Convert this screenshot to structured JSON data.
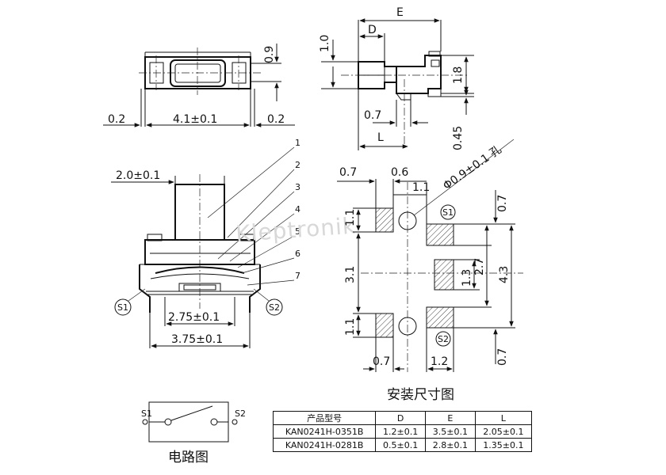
{
  "top_view": {
    "height_label": "0.9",
    "width_label": "4.1±0.1",
    "left_margin_label": "0.2",
    "right_margin_label": "0.2"
  },
  "side_view": {
    "e_label": "E",
    "d_label": "D",
    "top_thickness_label": "1.0",
    "height_label": "1.8",
    "offset_label": "0.7",
    "l_label": "L",
    "lead_label": "0.45"
  },
  "section_view": {
    "stem_width_label": "2.0±0.1",
    "inner_width_label": "2.75±0.1",
    "outer_width_label": "3.75±0.1",
    "parts": [
      "1",
      "2",
      "3",
      "4",
      "5",
      "6",
      "7"
    ],
    "s1_label": "S1",
    "s2_label": "S2"
  },
  "watermark": "Kleptronik",
  "mounting": {
    "left_width_label": "0.7",
    "left_gap_label": "0.6",
    "span_label": "1.1",
    "hole_label": "Φ0.9±0.1 孔",
    "s1_label": "S1",
    "s2_label": "S2",
    "top_pad_label": "0.7",
    "left_top_label": "1.1",
    "left_mid_label": "3.1",
    "left_bottom_label": "1.1",
    "center_pad_label": "1.3",
    "pitch_label": "2.7",
    "total_label": "4.3",
    "bottom_pad_label": "0.7",
    "bottom_left_label": "0.7",
    "bottom_right_label": "1.2",
    "title": "安装尺寸图"
  },
  "circuit": {
    "s1_label": "S1",
    "s2_label": "S2",
    "title": "电路图"
  },
  "spec_table": {
    "headers": [
      "产品型号",
      "D",
      "E",
      "L"
    ],
    "rows": [
      [
        "KAN0241H-0351B",
        "1.2±0.1",
        "3.5±0.1",
        "2.05±0.1"
      ],
      [
        "KAN0241H-0281B",
        "0.5±0.1",
        "2.8±0.1",
        "1.35±0.1"
      ]
    ]
  }
}
